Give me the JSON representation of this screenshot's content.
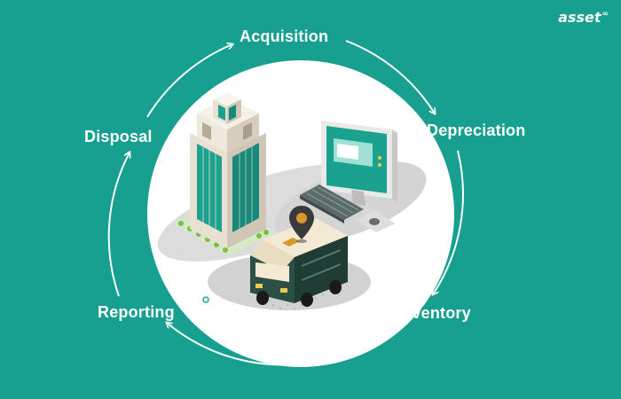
{
  "brand": {
    "logo_text": "asset",
    "logo_mark": "∞"
  },
  "cycle": {
    "stages": [
      {
        "id": "acquisition",
        "label": "Acquisition"
      },
      {
        "id": "depreciation",
        "label": "Depreciation"
      },
      {
        "id": "inventory",
        "label": "Inventory"
      },
      {
        "id": "reporting",
        "label": "Reporting"
      },
      {
        "id": "disposal",
        "label": "Disposal"
      }
    ]
  },
  "colors": {
    "background": "#17a08f",
    "arc": "#ffffff",
    "center_circle": "#ffffff",
    "shadow": "#d9d9d9",
    "glass": "#1aa28f",
    "van": "#1f3d35",
    "pin": "#d99a2b"
  },
  "icons": [
    "office-building-icon",
    "desktop-computer-icon",
    "delivery-van-icon",
    "location-pin-icon",
    "keyboard-icon",
    "mouse-icon"
  ]
}
